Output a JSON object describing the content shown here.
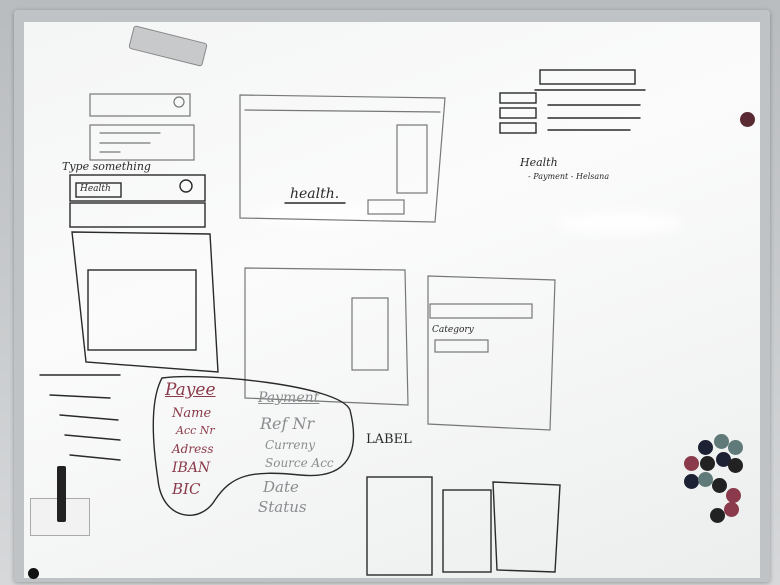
{
  "board": {
    "left_sketches": {
      "search_hint": "Type something",
      "search_value": "Health"
    },
    "center_top": {
      "text": "health."
    },
    "right_top": {
      "title": "Health",
      "breadcrumb": "- Payment - Helsana"
    },
    "center_right": {
      "label": "Category"
    },
    "payee": {
      "title": "Payee",
      "fields": [
        "Name",
        "Acc Nr",
        "Adress",
        "IBAN",
        "BIC"
      ]
    },
    "payment": {
      "title": "Payment",
      "fields": [
        "Ref Nr",
        "Curreny",
        "Source Acc",
        "Date",
        "Status"
      ]
    },
    "label_text": "LABEL"
  },
  "colors": {
    "marker_black": "#2a2a2a",
    "marker_red": "#8a3a4a",
    "marker_grey": "#8a8d8f",
    "magnets": [
      "#1c2233",
      "#5f7a78",
      "#8a3a4a",
      "#222"
    ]
  }
}
